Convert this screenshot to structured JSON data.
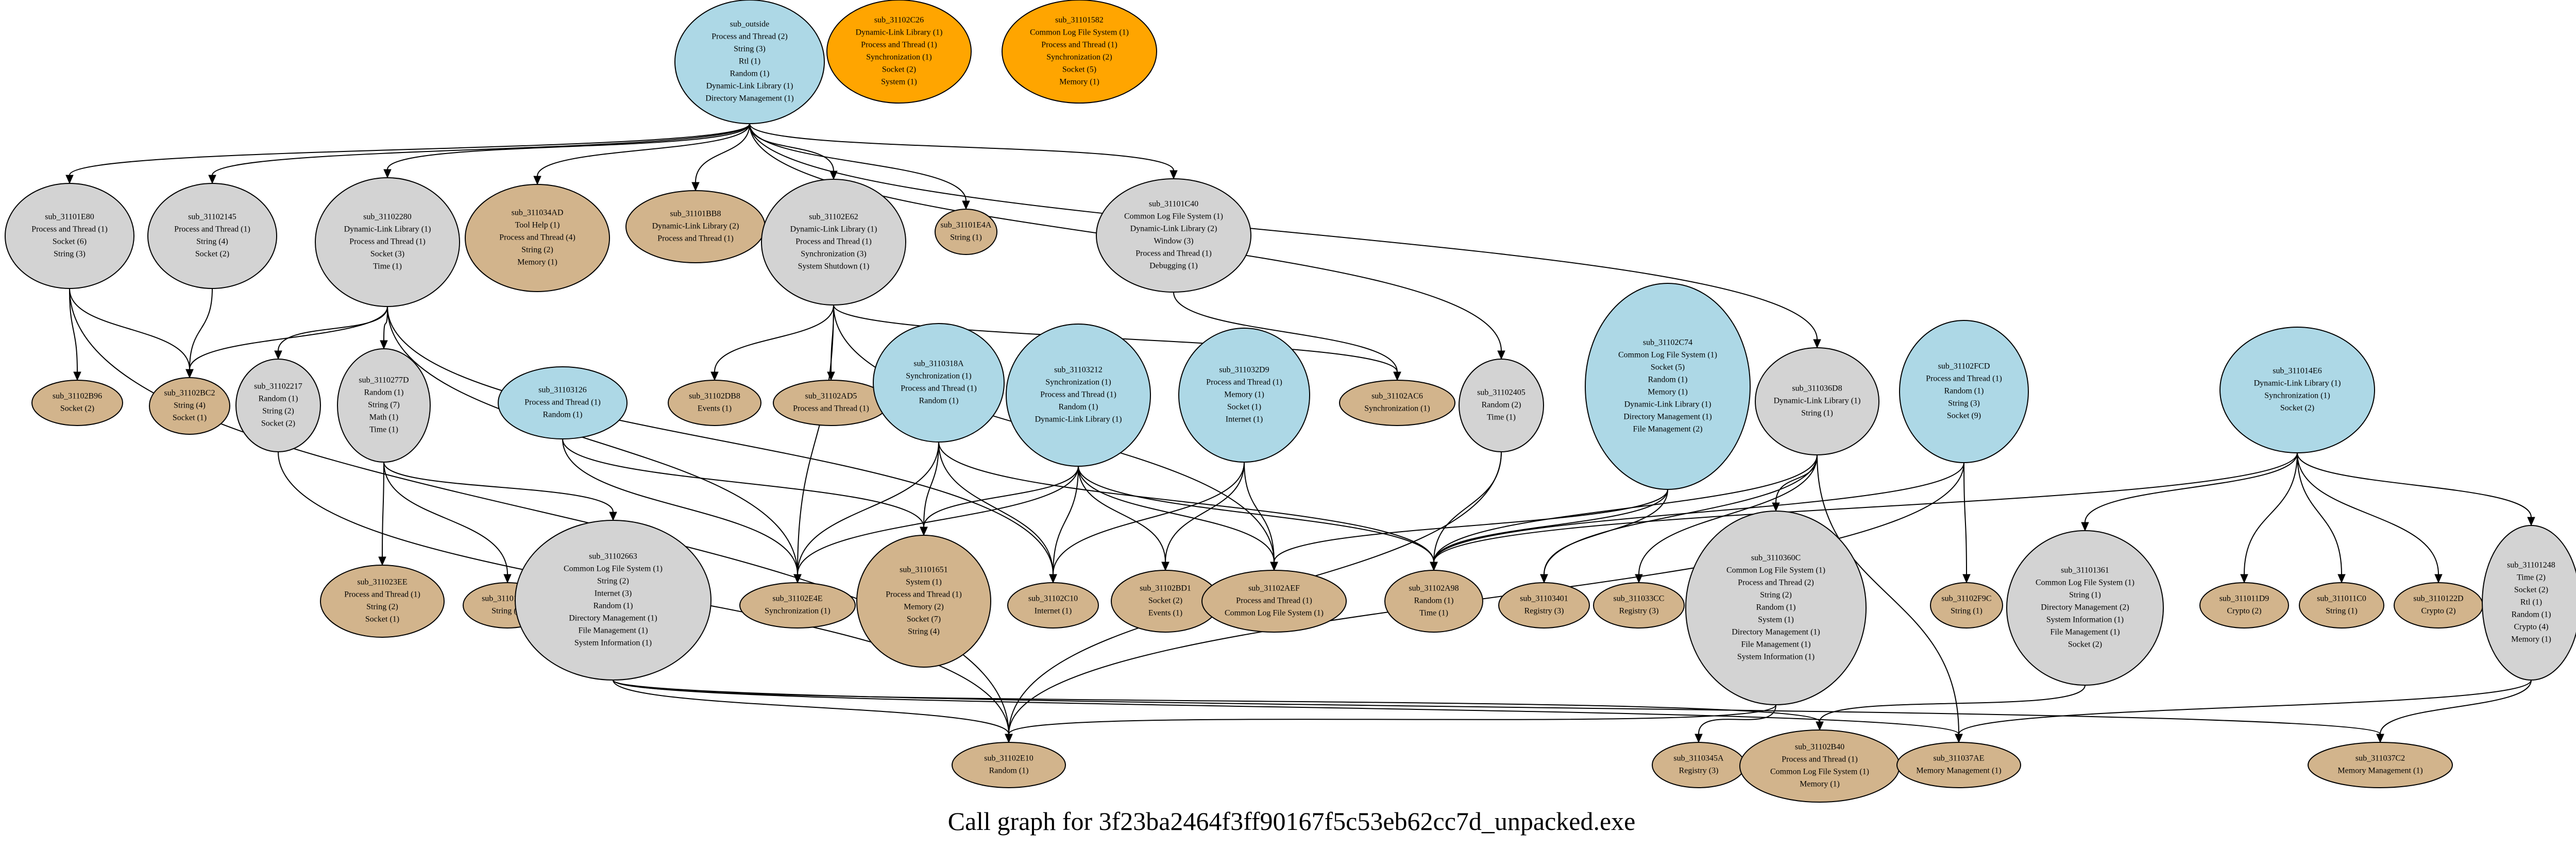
{
  "caption": "Call graph for 3f23ba2464f3ff90167f5c53eb62cc7d_unpacked.exe",
  "colors": {
    "blue": "#add8e6",
    "grey": "#d3d3d3",
    "tan": "#d2b48c",
    "orange": "#ffa500",
    "edge": "#000000"
  },
  "nodes": [
    {
      "id": "sub_outside",
      "color": "blue",
      "lines": [
        "sub_outside",
        "Process and Thread (2)",
        "String (3)",
        "Rtl (1)",
        "Random (1)",
        "Dynamic-Link Library (1)",
        "Directory Management (1)"
      ]
    },
    {
      "id": "sub_31102C26",
      "color": "orange",
      "lines": [
        "sub_31102C26",
        "Dynamic-Link Library (1)",
        "Process and Thread (1)",
        "Synchronization (1)",
        "Socket (2)",
        "System (1)"
      ]
    },
    {
      "id": "sub_31101582",
      "color": "orange",
      "lines": [
        "sub_31101582",
        "Common Log File System (1)",
        "Process and Thread (1)",
        "Synchronization (2)",
        "Socket (5)",
        "Memory (1)"
      ]
    },
    {
      "id": "sub_31101E80",
      "color": "grey",
      "lines": [
        "sub_31101E80",
        "Process and Thread (1)",
        "Socket (6)",
        "String (3)"
      ]
    },
    {
      "id": "sub_31102145",
      "color": "grey",
      "lines": [
        "sub_31102145",
        "Process and Thread (1)",
        "String (4)",
        "Socket (2)"
      ]
    },
    {
      "id": "sub_31102280",
      "color": "grey",
      "lines": [
        "sub_31102280",
        "Dynamic-Link Library (1)",
        "Process and Thread (1)",
        "Socket (3)",
        "Time (1)"
      ]
    },
    {
      "id": "sub_311034AD",
      "color": "tan",
      "lines": [
        "sub_311034AD",
        "Tool Help (1)",
        "Process and Thread (4)",
        "String (2)",
        "Memory (1)"
      ]
    },
    {
      "id": "sub_31101BB8",
      "color": "tan",
      "lines": [
        "sub_31101BB8",
        "Dynamic-Link Library (2)",
        "Process and Thread (1)"
      ]
    },
    {
      "id": "sub_31102E62",
      "color": "grey",
      "lines": [
        "sub_31102E62",
        "Dynamic-Link Library (1)",
        "Process and Thread (1)",
        "Synchronization (3)",
        "System Shutdown (1)"
      ]
    },
    {
      "id": "sub_31101E4A",
      "color": "tan",
      "lines": [
        "sub_31101E4A",
        "String (1)"
      ]
    },
    {
      "id": "sub_31101C40",
      "color": "grey",
      "lines": [
        "sub_31101C40",
        "Common Log File System (1)",
        "Dynamic-Link Library (2)",
        "Window (3)",
        "Process and Thread (1)",
        "Debugging (1)"
      ]
    },
    {
      "id": "sub_31102B96",
      "color": "tan",
      "lines": [
        "sub_31102B96",
        "Socket (2)"
      ]
    },
    {
      "id": "sub_31102BC2",
      "color": "tan",
      "lines": [
        "sub_31102BC2",
        "String (4)",
        "Socket (1)"
      ]
    },
    {
      "id": "sub_31102217",
      "color": "grey",
      "lines": [
        "sub_31102217",
        "Random (1)",
        "String (2)",
        "Socket (2)"
      ]
    },
    {
      "id": "sub_3110277D",
      "color": "grey",
      "lines": [
        "sub_3110277D",
        "Random (1)",
        "String (7)",
        "Math (1)",
        "Time (1)"
      ]
    },
    {
      "id": "sub_31103126",
      "color": "blue",
      "lines": [
        "sub_31103126",
        "Process and Thread (1)",
        "Random (1)"
      ]
    },
    {
      "id": "sub_31102DB8",
      "color": "tan",
      "lines": [
        "sub_31102DB8",
        "Events (1)"
      ]
    },
    {
      "id": "sub_31102AD5",
      "color": "tan",
      "lines": [
        "sub_31102AD5",
        "Process and Thread (1)"
      ]
    },
    {
      "id": "sub_3110318A",
      "color": "blue",
      "lines": [
        "sub_3110318A",
        "Synchronization (1)",
        "Process and Thread (1)",
        "Random (1)"
      ]
    },
    {
      "id": "sub_31103212",
      "color": "blue",
      "lines": [
        "sub_31103212",
        "Synchronization (1)",
        "Process and Thread (1)",
        "Random (1)",
        "Dynamic-Link Library (1)"
      ]
    },
    {
      "id": "sub_311032D9",
      "color": "blue",
      "lines": [
        "sub_311032D9",
        "Process and Thread (1)",
        "Memory (1)",
        "Socket (1)",
        "Internet (1)"
      ]
    },
    {
      "id": "sub_31102AC6",
      "color": "tan",
      "lines": [
        "sub_31102AC6",
        "Synchronization (1)"
      ]
    },
    {
      "id": "sub_31102405",
      "color": "grey",
      "lines": [
        "sub_31102405",
        "Random (2)",
        "Time (1)"
      ]
    },
    {
      "id": "sub_31102C74",
      "color": "blue",
      "lines": [
        "sub_31102C74",
        "Common Log File System (1)",
        "Socket (5)",
        "Random (1)",
        "Memory (1)",
        "Dynamic-Link Library (1)",
        "Directory Management (1)",
        "File Management (2)"
      ]
    },
    {
      "id": "sub_311036D8",
      "color": "grey",
      "lines": [
        "sub_311036D8",
        "Dynamic-Link Library (1)",
        "String (1)"
      ]
    },
    {
      "id": "sub_31102FCD",
      "color": "blue",
      "lines": [
        "sub_31102FCD",
        "Process and Thread (1)",
        "Random (1)",
        "String (3)",
        "Socket (9)"
      ]
    },
    {
      "id": "sub_311014E6",
      "color": "blue",
      "lines": [
        "sub_311014E6",
        "Dynamic-Link Library (1)",
        "Synchronization (1)",
        "Socket (2)"
      ]
    },
    {
      "id": "sub_311023EE",
      "color": "tan",
      "lines": [
        "sub_311023EE",
        "Process and Thread (1)",
        "String (2)",
        "Socket (1)"
      ]
    },
    {
      "id": "sub_31101D4B",
      "color": "tan",
      "lines": [
        "sub_31101D4B",
        "String (1)"
      ]
    },
    {
      "id": "sub_31102663",
      "color": "grey",
      "lines": [
        "sub_31102663",
        "Common Log File System (1)",
        "String (2)",
        "Internet (3)",
        "Random (1)",
        "Directory Management (1)",
        "File Management (1)",
        "System Information (1)"
      ]
    },
    {
      "id": "sub_31102E4E",
      "color": "tan",
      "lines": [
        "sub_31102E4E",
        "Synchronization (1)"
      ]
    },
    {
      "id": "sub_31101651",
      "color": "tan",
      "lines": [
        "sub_31101651",
        "System (1)",
        "Process and Thread (1)",
        "Memory (2)",
        "Socket (7)",
        "String (4)"
      ]
    },
    {
      "id": "sub_31102C10",
      "color": "tan",
      "lines": [
        "sub_31102C10",
        "Internet (1)"
      ]
    },
    {
      "id": "sub_31102BD1",
      "color": "tan",
      "lines": [
        "sub_31102BD1",
        "Socket (2)",
        "Events (1)"
      ]
    },
    {
      "id": "sub_31102AEF",
      "color": "tan",
      "lines": [
        "sub_31102AEF",
        "Process and Thread (1)",
        "Common Log File System (1)"
      ]
    },
    {
      "id": "sub_31102A98",
      "color": "tan",
      "lines": [
        "sub_31102A98",
        "Random (1)",
        "Time (1)"
      ]
    },
    {
      "id": "sub_31103401",
      "color": "tan",
      "lines": [
        "sub_31103401",
        "Registry (3)"
      ]
    },
    {
      "id": "sub_311033CC",
      "color": "tan",
      "lines": [
        "sub_311033CC",
        "Registry (3)"
      ]
    },
    {
      "id": "sub_3110360C",
      "color": "grey",
      "lines": [
        "sub_3110360C",
        "Common Log File System (1)",
        "Process and Thread (2)",
        "String (2)",
        "Random (1)",
        "System (1)",
        "Directory Management (1)",
        "File Management (1)",
        "System Information (1)"
      ]
    },
    {
      "id": "sub_31102F9C",
      "color": "tan",
      "lines": [
        "sub_31102F9C",
        "String (1)"
      ]
    },
    {
      "id": "sub_31101361",
      "color": "grey",
      "lines": [
        "sub_31101361",
        "Common Log File System (1)",
        "String (1)",
        "Directory Management (2)",
        "System Information (1)",
        "File Management (1)",
        "Socket (2)"
      ]
    },
    {
      "id": "sub_311011D9",
      "color": "tan",
      "lines": [
        "sub_311011D9",
        "Crypto (2)"
      ]
    },
    {
      "id": "sub_311011C0",
      "color": "tan",
      "lines": [
        "sub_311011C0",
        "String (1)"
      ]
    },
    {
      "id": "sub_3110122D",
      "color": "tan",
      "lines": [
        "sub_3110122D",
        "Crypto (2)"
      ]
    },
    {
      "id": "sub_31101248",
      "color": "grey",
      "lines": [
        "sub_31101248",
        "Time (2)",
        "Socket (2)",
        "Rtl (1)",
        "Random (1)",
        "Crypto (4)",
        "Memory (1)"
      ]
    },
    {
      "id": "sub_31102E10",
      "color": "tan",
      "lines": [
        "sub_31102E10",
        "Random (1)"
      ]
    },
    {
      "id": "sub_3110345A",
      "color": "tan",
      "lines": [
        "sub_3110345A",
        "Registry (3)"
      ]
    },
    {
      "id": "sub_31102B40",
      "color": "tan",
      "lines": [
        "sub_31102B40",
        "Process and Thread (1)",
        "Common Log File System (1)",
        "Memory (1)"
      ]
    },
    {
      "id": "sub_311037AE",
      "color": "tan",
      "lines": [
        "sub_311037AE",
        "Memory Management (1)"
      ]
    },
    {
      "id": "sub_311037C2",
      "color": "tan",
      "lines": [
        "sub_311037C2",
        "Memory Management (1)"
      ]
    }
  ],
  "edges": [
    [
      "sub_outside",
      "sub_31101E80"
    ],
    [
      "sub_outside",
      "sub_31102145"
    ],
    [
      "sub_outside",
      "sub_31102280"
    ],
    [
      "sub_outside",
      "sub_311034AD"
    ],
    [
      "sub_outside",
      "sub_31101BB8"
    ],
    [
      "sub_outside",
      "sub_31102E62"
    ],
    [
      "sub_outside",
      "sub_31101E4A"
    ],
    [
      "sub_outside",
      "sub_31101C40"
    ],
    [
      "sub_outside",
      "sub_31102405"
    ],
    [
      "sub_outside",
      "sub_311036D8"
    ],
    [
      "sub_31101E80",
      "sub_31102B96"
    ],
    [
      "sub_31101E80",
      "sub_31102BC2"
    ],
    [
      "sub_31101E80",
      "sub_31102E10"
    ],
    [
      "sub_31102145",
      "sub_31102BC2"
    ],
    [
      "sub_31102280",
      "sub_31102BC2"
    ],
    [
      "sub_31102280",
      "sub_31102217"
    ],
    [
      "sub_31102280",
      "sub_3110277D"
    ],
    [
      "sub_31102280",
      "sub_31102E4E"
    ],
    [
      "sub_31102280",
      "sub_31102C10"
    ],
    [
      "sub_31102E62",
      "sub_31102DB8"
    ],
    [
      "sub_31102E62",
      "sub_31102AD5"
    ],
    [
      "sub_31102E62",
      "sub_31102AC6"
    ],
    [
      "sub_31102E62",
      "sub_31102AEF"
    ],
    [
      "sub_31102E62",
      "sub_31102E4E"
    ],
    [
      "sub_31101C40",
      "sub_31102AC6"
    ],
    [
      "sub_31102217",
      "sub_31102E10"
    ],
    [
      "sub_3110277D",
      "sub_311023EE"
    ],
    [
      "sub_3110277D",
      "sub_31101D4B"
    ],
    [
      "sub_3110277D",
      "sub_31102663"
    ],
    [
      "sub_31103126",
      "sub_31102E4E"
    ],
    [
      "sub_31103126",
      "sub_31101651"
    ],
    [
      "sub_3110318A",
      "sub_31102E4E"
    ],
    [
      "sub_3110318A",
      "sub_31101651"
    ],
    [
      "sub_3110318A",
      "sub_31102C10"
    ],
    [
      "sub_3110318A",
      "sub_31102A98"
    ],
    [
      "sub_31103212",
      "sub_31102E4E"
    ],
    [
      "sub_31103212",
      "sub_31101651"
    ],
    [
      "sub_31103212",
      "sub_31102C10"
    ],
    [
      "sub_31103212",
      "sub_31102BD1"
    ],
    [
      "sub_31103212",
      "sub_31102AEF"
    ],
    [
      "sub_31103212",
      "sub_31102A98"
    ],
    [
      "sub_311032D9",
      "sub_31102C10"
    ],
    [
      "sub_311032D9",
      "sub_31102BD1"
    ],
    [
      "sub_311032D9",
      "sub_31102AEF"
    ],
    [
      "sub_31102405",
      "sub_31102A98"
    ],
    [
      "sub_31102405",
      "sub_31102E10"
    ],
    [
      "sub_31102C74",
      "sub_31102AEF"
    ],
    [
      "sub_31102C74",
      "sub_31102A98"
    ],
    [
      "sub_31102C74",
      "sub_31103401"
    ],
    [
      "sub_311036D8",
      "sub_31102A98"
    ],
    [
      "sub_311036D8",
      "sub_31103401"
    ],
    [
      "sub_311036D8",
      "sub_311033CC"
    ],
    [
      "sub_311036D8",
      "sub_3110360C"
    ],
    [
      "sub_311036D8",
      "sub_311037AE"
    ],
    [
      "sub_31102FCD",
      "sub_31102A98"
    ],
    [
      "sub_31102FCD",
      "sub_31102F9C"
    ],
    [
      "sub_31102FCD",
      "sub_31102E10"
    ],
    [
      "sub_311014E6",
      "sub_31102A98"
    ],
    [
      "sub_311014E6",
      "sub_31101361"
    ],
    [
      "sub_311014E6",
      "sub_311011D9"
    ],
    [
      "sub_311014E6",
      "sub_311011C0"
    ],
    [
      "sub_311014E6",
      "sub_3110122D"
    ],
    [
      "sub_311014E6",
      "sub_31101248"
    ],
    [
      "sub_31102663",
      "sub_31102E10"
    ],
    [
      "sub_31102663",
      "sub_31102B40"
    ],
    [
      "sub_31102663",
      "sub_311037AE"
    ],
    [
      "sub_31102663",
      "sub_311037C2"
    ],
    [
      "sub_3110360C",
      "sub_3110345A"
    ],
    [
      "sub_3110360C",
      "sub_31102E10"
    ],
    [
      "sub_31101361",
      "sub_31102B40"
    ],
    [
      "sub_31101248",
      "sub_311037AE"
    ],
    [
      "sub_31101248",
      "sub_311037C2"
    ]
  ]
}
